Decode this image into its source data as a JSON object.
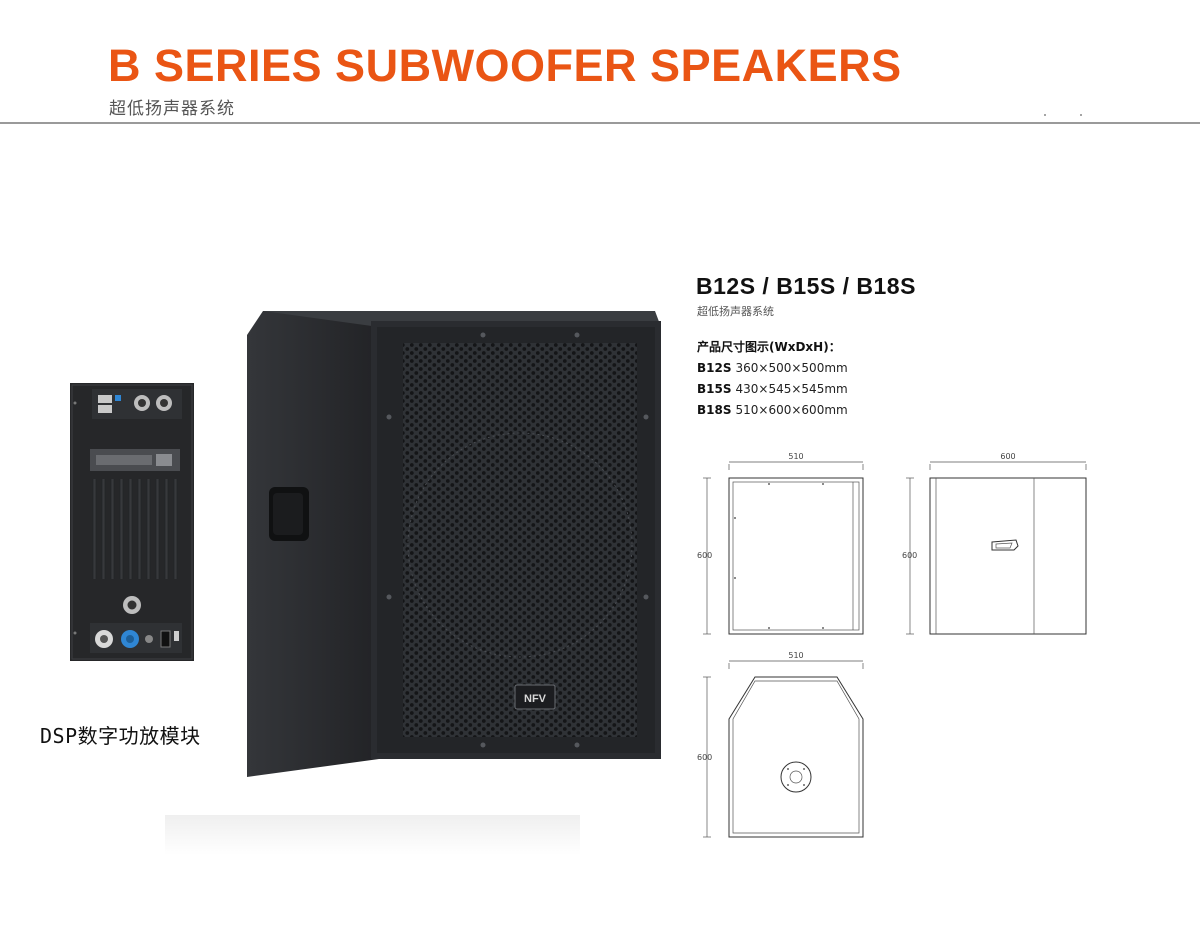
{
  "header": {
    "title": "B SERIES SUBWOOFER SPEAKERS",
    "subtitle": "超低扬声器系统"
  },
  "images": {
    "amp_module": {
      "caption": "DSP数字功放模块"
    },
    "speaker": {
      "logo": "NFV"
    }
  },
  "specs": {
    "models_title": "B12S / B15S / B18S",
    "models_subtitle": "超低扬声器系统",
    "dimensions_heading": "产品尺寸图示(WxDxH)：",
    "dimensions": [
      {
        "model": "B12S",
        "size": "360×500×500mm"
      },
      {
        "model": "B15S",
        "size": "430×545×545mm"
      },
      {
        "model": "B18S",
        "size": "510×600×600mm"
      }
    ]
  },
  "drawings": {
    "front": {
      "width": "510",
      "height": "600"
    },
    "side": {
      "width": "600",
      "height": "600"
    },
    "top": {
      "width": "510",
      "height": "600"
    }
  },
  "colors": {
    "accent": "#ea5514",
    "rule": "#9a9a9a",
    "cabinet": "#2b2d30"
  }
}
